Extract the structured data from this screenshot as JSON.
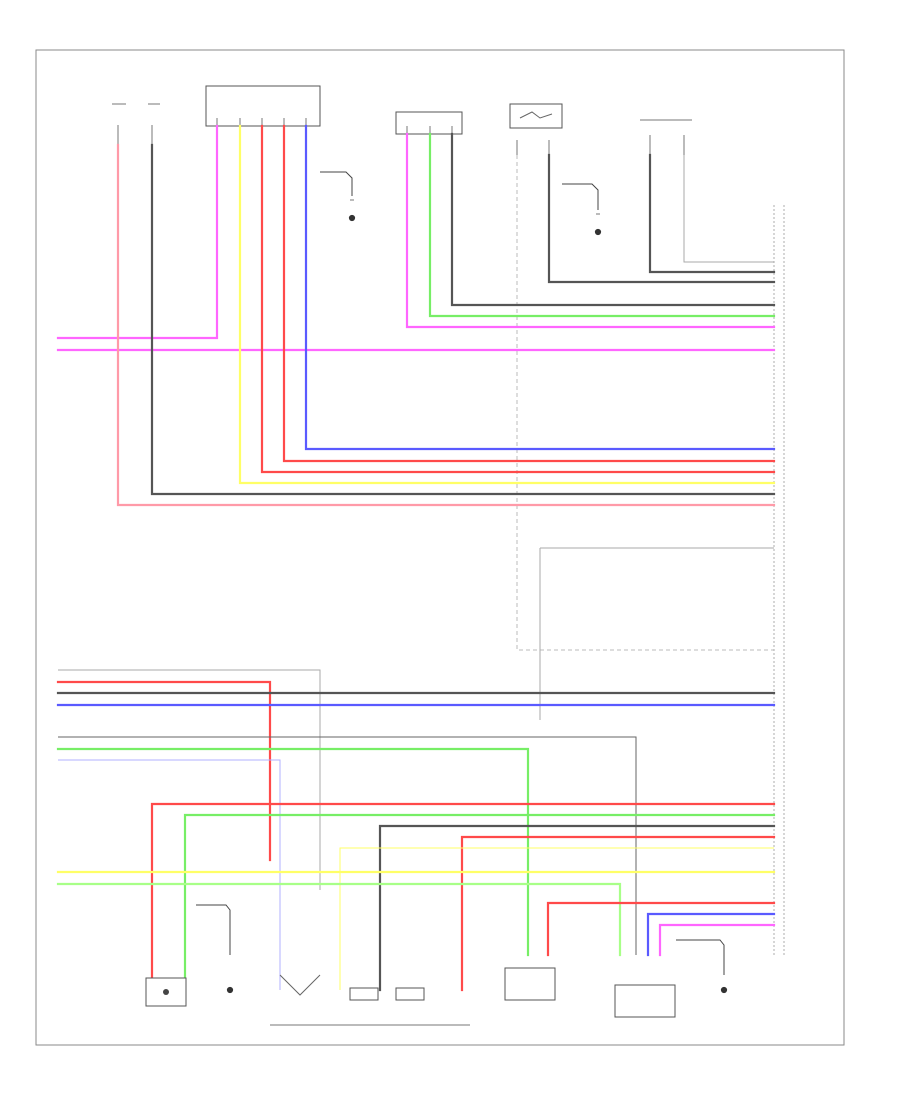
{
  "diagram": {
    "footer_code": "",
    "components": [
      {
        "id": "c1",
        "label": ""
      },
      {
        "id": "c2",
        "label": ""
      },
      {
        "id": "c3",
        "label": ""
      },
      {
        "id": "c4",
        "label": ""
      },
      {
        "id": "c5",
        "label": ""
      },
      {
        "id": "c6",
        "label": ""
      },
      {
        "id": "c7",
        "label": ""
      },
      {
        "id": "c8",
        "label": ""
      },
      {
        "id": "c9",
        "label": ""
      },
      {
        "id": "c10",
        "label": ""
      },
      {
        "id": "c11",
        "label": ""
      },
      {
        "id": "c12",
        "label": ""
      },
      {
        "id": "c13",
        "label": ""
      }
    ],
    "wire_colors": {
      "pink": "#ff9aa8",
      "dark": "#555555",
      "red": "#ff4a4a",
      "yellow": "#ffff66",
      "blue": "#5a5aff",
      "magenta": "#ff66ff",
      "green": "#77ee66",
      "lightgreen": "#a8ff88",
      "lightblue": "#b0b0ff",
      "gray": "#aaaaaa"
    }
  }
}
